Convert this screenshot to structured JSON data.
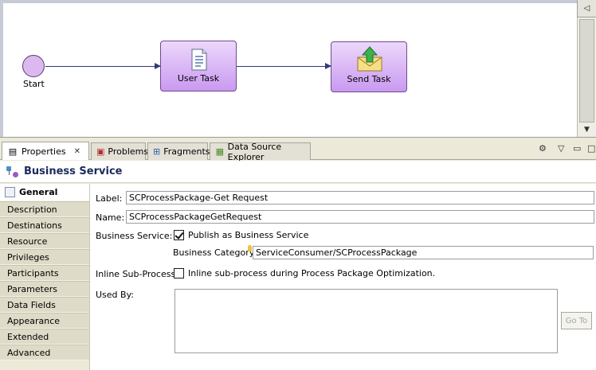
{
  "diagram": {
    "start_label": "Start",
    "tasks": [
      {
        "label": "User Task",
        "icon": "document-icon"
      },
      {
        "label": "Send Task",
        "icon": "envelope-send-icon"
      }
    ]
  },
  "view_tabs": [
    {
      "label": "Properties",
      "icon": "properties-icon",
      "active": true
    },
    {
      "label": "Problems",
      "icon": "problems-icon"
    },
    {
      "label": "Fragments",
      "icon": "fragments-icon"
    },
    {
      "label": "Data Source Explorer",
      "icon": "data-source-icon"
    }
  ],
  "section": {
    "title": "Business Service"
  },
  "categories": [
    "General",
    "Description",
    "Destinations",
    "Resource",
    "Privileges",
    "Participants",
    "Parameters",
    "Data Fields",
    "Appearance",
    "Extended",
    "Advanced"
  ],
  "form": {
    "label_label": "Label:",
    "label_value": "SCProcessPackage-Get Request",
    "name_label": "Name:",
    "name_value": "SCProcessPackageGetRequest",
    "business_service_label": "Business Service:",
    "publish_label": "Publish as Business Service",
    "publish_checked": true,
    "business_category_label": "Business Category",
    "business_category_value": "ServiceConsumer/SCProcessPackage",
    "inline_label": "Inline Sub-Process:",
    "inline_checkbox_label": "Inline sub-process during Process Package Optimization.",
    "inline_checked": false,
    "used_by_label": "Used By:",
    "goto_label": "Go To"
  }
}
